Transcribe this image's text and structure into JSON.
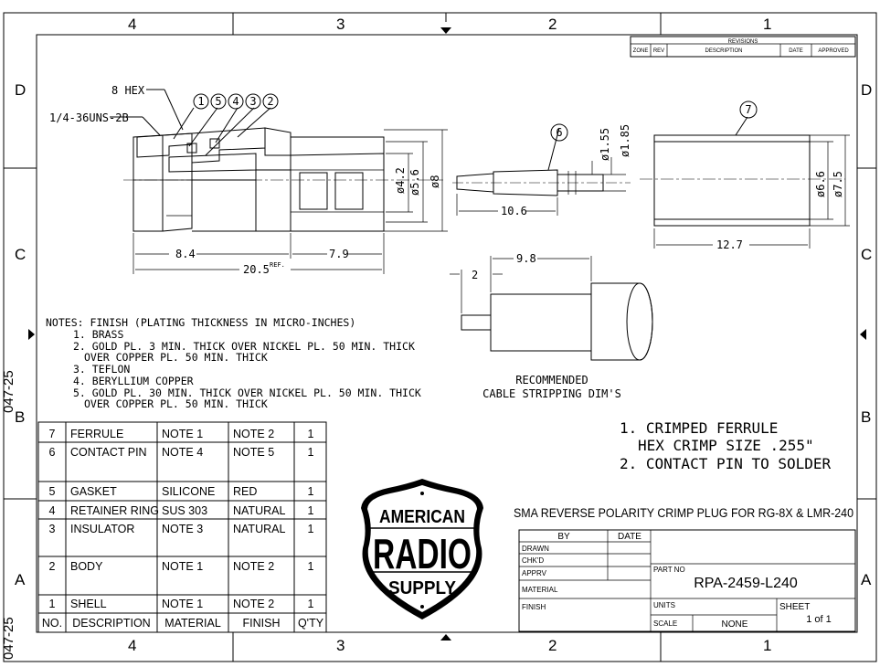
{
  "border": {
    "zones_columns": [
      "4",
      "3",
      "2",
      "1"
    ],
    "zones_rows": [
      "D",
      "C",
      "B",
      "A"
    ],
    "side_code": "047-25"
  },
  "revisions": {
    "title": "REVISIONS",
    "headers": [
      "ZONE",
      "REV",
      "DESCRIPTION",
      "DATE",
      "APPROVED"
    ]
  },
  "drawing": {
    "hex_label": "8 HEX",
    "thread_label": "1/4-36UNS-2B",
    "balloons_top": [
      "1",
      "5",
      "4",
      "3",
      "2"
    ],
    "balloon_contact": "6",
    "balloon_ferrule": "7",
    "dims": {
      "d_4_2": "ø4.2",
      "d_5_6": "ø5.6",
      "d_8": "ø8",
      "len_8_4": "8.4",
      "len_7_9": "7.9",
      "len_20_5": "20.5",
      "ref": "REF.",
      "d_1_55": "ø1.55",
      "d_1_85": "ø1.85",
      "len_10_6": "10.6",
      "d_6_6": "ø6.6",
      "d_7_5": "ø7.5",
      "len_12_7": "12.7",
      "len_9_8": "9.8",
      "len_2": "2"
    },
    "strip_caption_1": "RECOMMENDED",
    "strip_caption_2": "CABLE STRIPPING DIM'S"
  },
  "notes": {
    "header": "NOTES: FINISH (PLATING THICKNESS IN MICRO-INCHES)",
    "lines": [
      "1. BRASS",
      "2. GOLD PL. 3 MIN. THICK OVER NICKEL PL. 50 MIN. THICK",
      "OVER COPPER PL. 50 MIN. THICK",
      "3. TEFLON",
      "4. BERYLLIUM COPPER",
      "5. GOLD PL. 30 MIN. THICK OVER NICKEL PL. 50 MIN. THICK",
      "OVER COPPER PL. 50 MIN. THICK"
    ]
  },
  "assembly_notes": [
    "1. CRIMPED FERRULE",
    "HEX CRIMP SIZE .255\"",
    "2. CONTACT PIN TO SOLDER"
  ],
  "bom": {
    "headers": [
      "NO.",
      "DESCRIPTION",
      "MATERIAL",
      "FINISH",
      "Q'TY"
    ],
    "rows": [
      [
        "7",
        "FERRULE",
        "NOTE 1",
        "NOTE 2",
        "1"
      ],
      [
        "6",
        "CONTACT PIN",
        "NOTE 4",
        "NOTE 5",
        "1"
      ],
      [
        "5",
        "GASKET",
        "SILICONE",
        "RED",
        "1"
      ],
      [
        "4",
        "RETAINER RING",
        "SUS 303",
        "NATURAL",
        "1"
      ],
      [
        "3",
        "INSULATOR",
        "NOTE 3",
        "NATURAL",
        "1"
      ],
      [
        "2",
        "BODY",
        "NOTE 1",
        "NOTE 2",
        "1"
      ],
      [
        "1",
        "SHELL",
        "NOTE 1",
        "NOTE 2",
        "1"
      ]
    ]
  },
  "logo": {
    "line1": "AMERICAN",
    "line2": "RADIO",
    "line3": "SUPPLY"
  },
  "title_block": {
    "title": "SMA REVERSE POLARITY CRIMP PLUG FOR RG-8X & LMR-240",
    "by": "BY",
    "date": "DATE",
    "drawn": "DRAWN",
    "chkd": "CHK'D",
    "apprv": "APPRV",
    "material": "MATERIAL",
    "finish": "FINISH",
    "part_no_label": "PART NO",
    "part_no": "RPA-2459-L240",
    "units": "UNITS",
    "scale": "SCALE",
    "scale_value": "NONE",
    "sheet": "SHEET",
    "sheet_value": "1 of 1"
  }
}
